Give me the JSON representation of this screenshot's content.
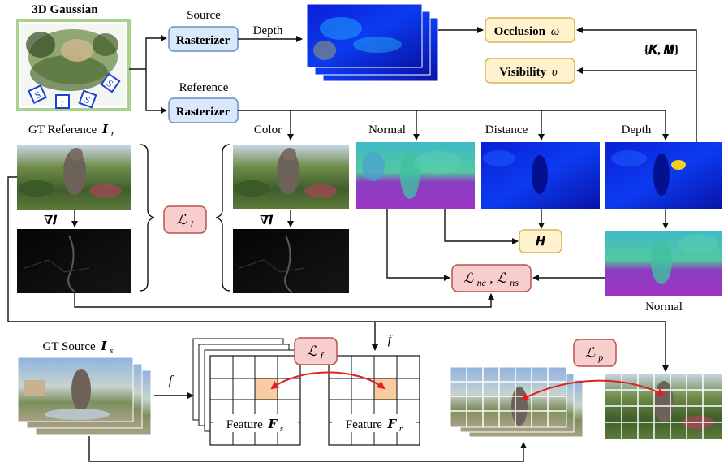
{
  "gaussian": {
    "title": "3D Gaussian",
    "badges": [
      "S",
      "r",
      "S",
      "S"
    ]
  },
  "source": {
    "label": "Source",
    "rasterizer": "Rasterizer",
    "depth": "Depth"
  },
  "reference": {
    "label": "Reference",
    "rasterizer": "Rasterizer"
  },
  "occlusion": {
    "label": "Occlusion",
    "symbol": "ω"
  },
  "visibility": {
    "label": "Visibility",
    "symbol": "υ"
  },
  "km": "{𝑲, 𝑴}",
  "maps": {
    "color": "Color",
    "normal": "Normal",
    "distance": "Distance",
    "depth": "Depth",
    "normal2": "Normal"
  },
  "gt_ref": {
    "label": "GT Reference",
    "symbol": "𝑰",
    "sub": "r"
  },
  "grad_i": "∇𝑰",
  "grad_i_tilde": "∇𝑰̃",
  "loss_i": {
    "symbol": "ℒ",
    "sub": "I"
  },
  "h": "𝑯",
  "loss_nc": {
    "symbol": "ℒ",
    "sub1": "nc",
    "sep": ", ",
    "sub2": "ns"
  },
  "gt_src": {
    "label": "GT Source",
    "symbol": "𝑰",
    "sub": "s"
  },
  "f": "f",
  "loss_f": {
    "symbol": "ℒ",
    "sub": "f"
  },
  "loss_p": {
    "symbol": "ℒ",
    "sub": "p"
  },
  "feature_s": {
    "label": "Feature",
    "symbol": "𝑭",
    "sub": "s"
  },
  "feature_r": {
    "label": "Feature",
    "symbol": "𝑭",
    "sub": "r"
  },
  "colors": {
    "rasterizer_fill": "#dae8fc",
    "rasterizer_stroke": "#6c8ebf",
    "yellow_fill": "#fff2cc",
    "yellow_stroke": "#d6b656",
    "loss_fill": "#f8cecc",
    "loss_stroke": "#b85450",
    "gaussian_border": "#a9d18e",
    "highlight": "#f8cba0",
    "red": "#e02020"
  }
}
